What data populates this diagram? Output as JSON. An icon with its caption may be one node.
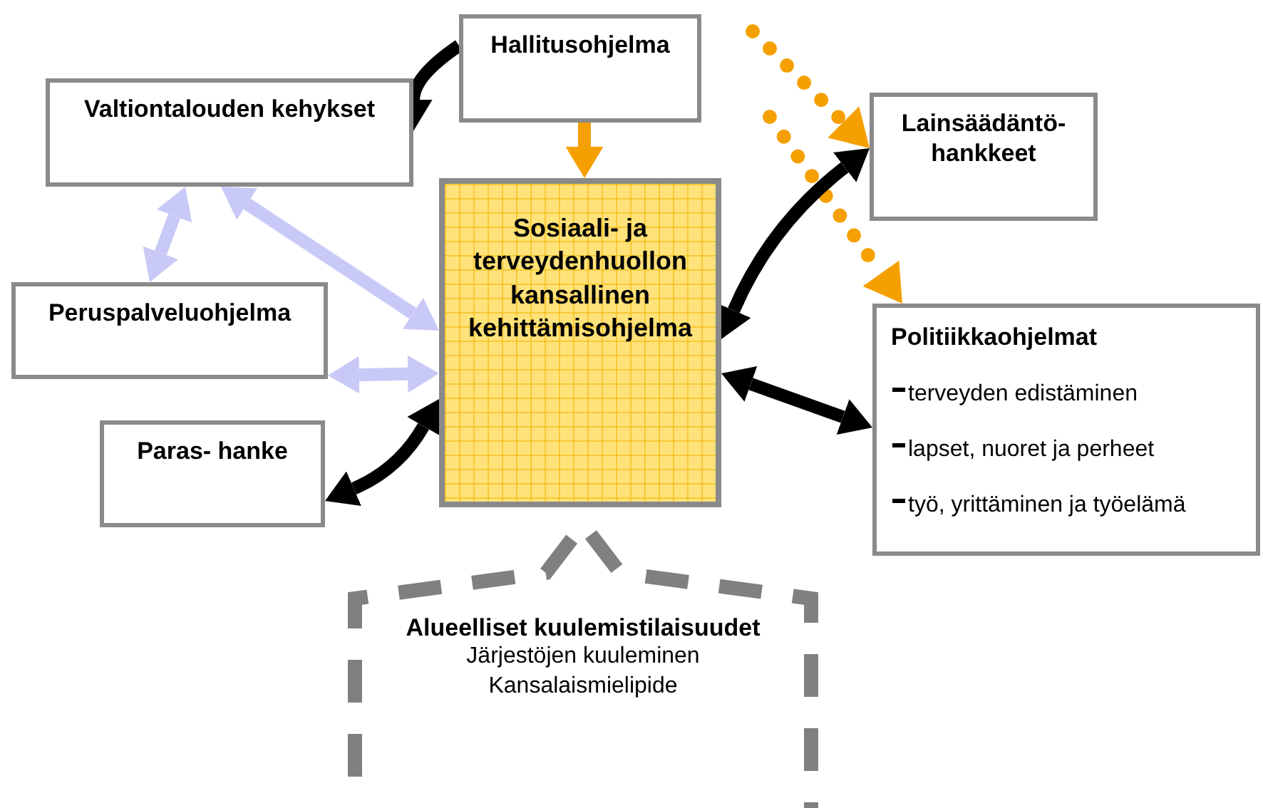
{
  "diagram": {
    "nodes": [
      {
        "text": [
          "Hallitusohjelma"
        ]
      },
      {
        "text": [
          "Valtiontalouden kehykset"
        ]
      },
      {
        "text": [
          "Lainsäädäntö- hankkeet"
        ]
      },
      {
        "text": [
          "Sosiaali- ja terveydenhuollon kansallinen kehittämisohjelma"
        ]
      },
      {
        "text": [
          "Peruspalveluohjelma"
        ]
      },
      {
        "text": [
          "Politiikkaohjelmat",
          "terveyden edistäminen",
          "lapset, nuoret ja perheet",
          "työ, yrittäminen ja työelämä"
        ]
      },
      {
        "text": [
          "Paras- hanke"
        ]
      },
      {
        "text": [
          "Alueelliset kuulemistilaisuudet",
          "Järjestöjen kuuleminen",
          "Kansalaismielipide"
        ]
      }
    ],
    "edges": [
      {
        "from": 0,
        "to": 1,
        "arrow": "to"
      },
      {
        "from": 0,
        "to": 3,
        "arrow": "to",
        "color": "#f5a000"
      },
      {
        "from": null,
        "to": 2,
        "arrow": "to",
        "style": "dashed",
        "color": "#f5a000"
      },
      {
        "from": null,
        "to": 5,
        "arrow": "to",
        "style": "dashed",
        "color": "#f5a000"
      },
      {
        "from": 3,
        "to": 2,
        "arrow": "both"
      },
      {
        "from": 3,
        "to": 5,
        "arrow": "both"
      },
      {
        "from": 1,
        "to": 4,
        "arrow": "both",
        "color": "#c9c9f7"
      },
      {
        "from": 1,
        "to": 3,
        "arrow": "both",
        "color": "#c9c9f7"
      },
      {
        "from": 4,
        "to": 3,
        "arrow": "both",
        "color": "#c9c9f7"
      },
      {
        "from": 6,
        "to": 3,
        "arrow": "both"
      }
    ]
  }
}
